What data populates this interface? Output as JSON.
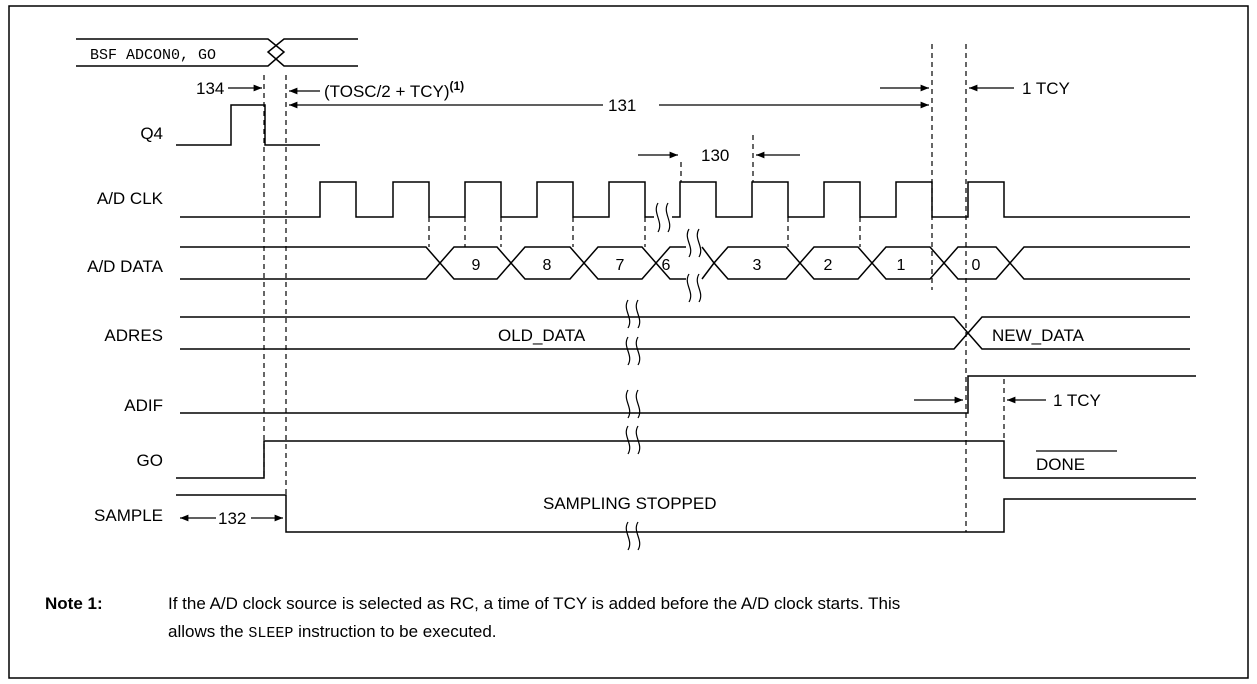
{
  "instruction_label": "BSF ADCON0, GO",
  "signals": {
    "q4": "Q4",
    "adclk": "A/D CLK",
    "addata": "A/D DATA",
    "adres": "ADRES",
    "adif": "ADIF",
    "go": "GO",
    "sample": "SAMPLE"
  },
  "timing_labels": {
    "t134": "134",
    "tosc_main": "(TOSC/2 + TCY)",
    "tosc_sup": "(1)",
    "t131": "131",
    "t130": "130",
    "t132": "132",
    "tcy_top": "1 TCY",
    "tcy_adif": "1 TCY"
  },
  "data_bits": [
    "9",
    "8",
    "7",
    "6",
    "3",
    "2",
    "1",
    "0"
  ],
  "adres_values": {
    "old": "OLD_DATA",
    "new": "NEW_DATA"
  },
  "done_label": "DONE",
  "sampling_label": "SAMPLING STOPPED",
  "note": {
    "label": "Note 1:",
    "text_part1": "If the A/D clock source is selected as RC, a time of TCY is added before the A/D clock starts. This",
    "text_part2_pre": "allows the ",
    "text_part2_code": "SLEEP",
    "text_part2_post": " instruction to be executed."
  }
}
